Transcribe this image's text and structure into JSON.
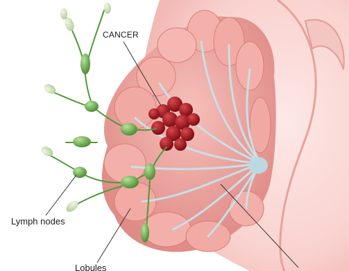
{
  "labels": {
    "cancer": "CANCER",
    "lymph_nodes": "Lymph nodes",
    "lobules": "Lobules"
  },
  "colors": {
    "skin": "#fbd9d6",
    "skin_edge": "#e8a19c",
    "lobule": "#f0a6a0",
    "lobule_dark": "#d97c78",
    "duct": "#bcd8e0",
    "tumor": "#a3141c",
    "node": "#6aa84f",
    "vessel": "#4f9a3a"
  },
  "icons": {
    "tumor": "cancer-cluster",
    "nodes": "lymph-node"
  }
}
